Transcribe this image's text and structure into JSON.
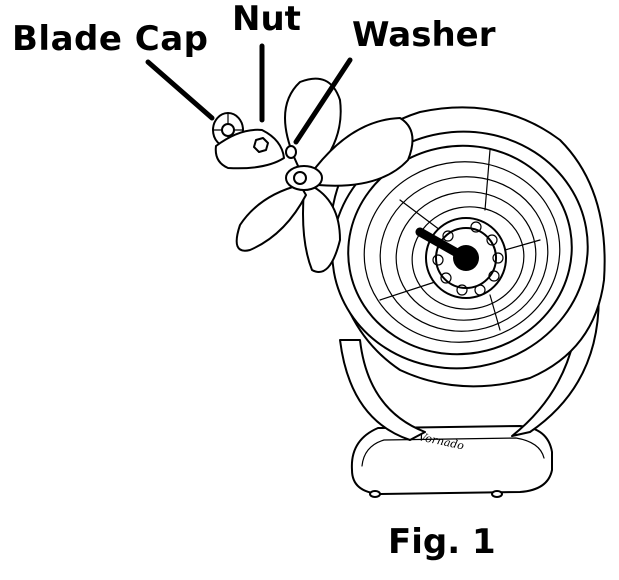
{
  "labels": {
    "blade_cap": "Blade Cap",
    "nut": "Nut",
    "washer": "Washer",
    "figure": "Fig. 1"
  },
  "brand": "Vornado",
  "colors": {
    "line": "#000000",
    "background": "#ffffff"
  }
}
